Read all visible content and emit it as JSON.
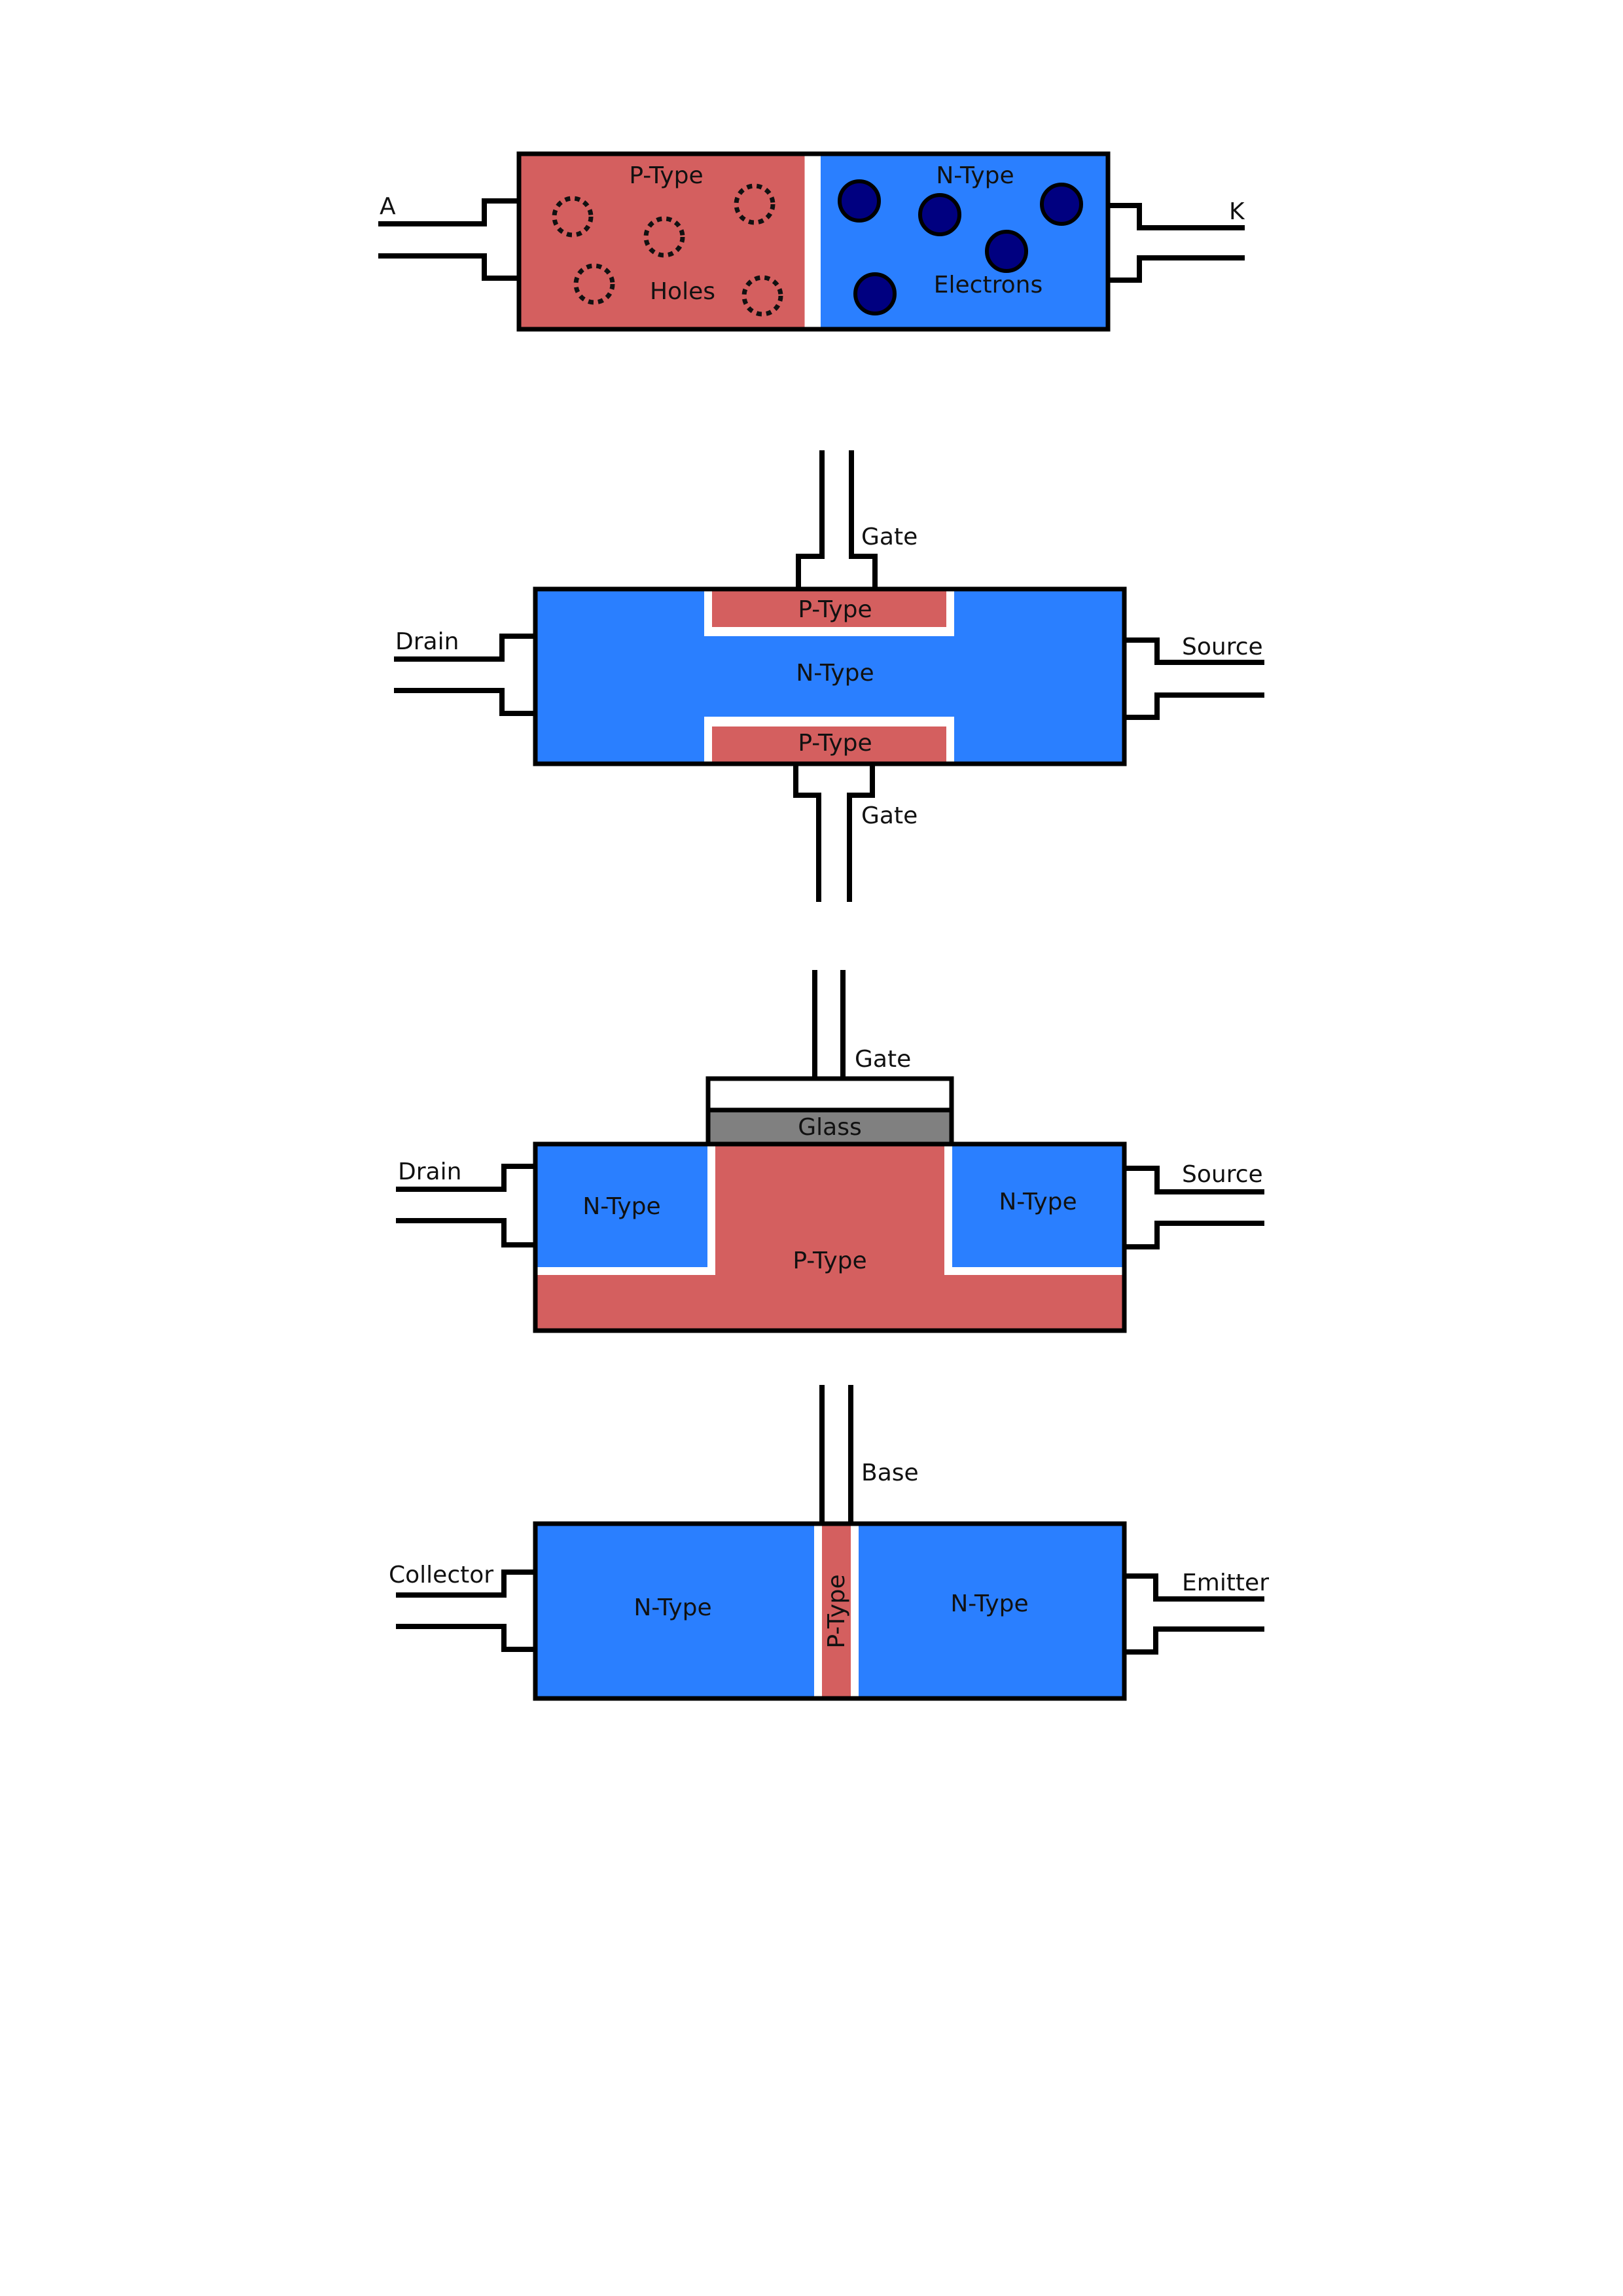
{
  "colors": {
    "p_type": "#d45f5f",
    "n_type": "#2a7fff",
    "glass": "#808080",
    "electron": "#000080"
  },
  "diode": {
    "p_label": "P-Type",
    "n_label": "N-Type",
    "holes_label": "Holes",
    "electrons_label": "Electrons",
    "anode_label": "A",
    "cathode_label": "K"
  },
  "jfet": {
    "gate_top_label": "Gate",
    "gate_bottom_label": "Gate",
    "drain_label": "Drain",
    "source_label": "Source",
    "channel_label": "N-Type",
    "top_gate_region_label": "P-Type",
    "bottom_gate_region_label": "P-Type"
  },
  "mosfet": {
    "gate_label": "Gate",
    "oxide_label": "Glass",
    "drain_label": "Drain",
    "source_label": "Source",
    "left_region_label": "N-Type",
    "right_region_label": "N-Type",
    "substrate_label": "P-Type"
  },
  "bjt": {
    "base_label": "Base",
    "collector_label": "Collector",
    "emitter_label": "Emitter",
    "left_region_label": "N-Type",
    "right_region_label": "N-Type",
    "base_region_label": "P-Type"
  }
}
